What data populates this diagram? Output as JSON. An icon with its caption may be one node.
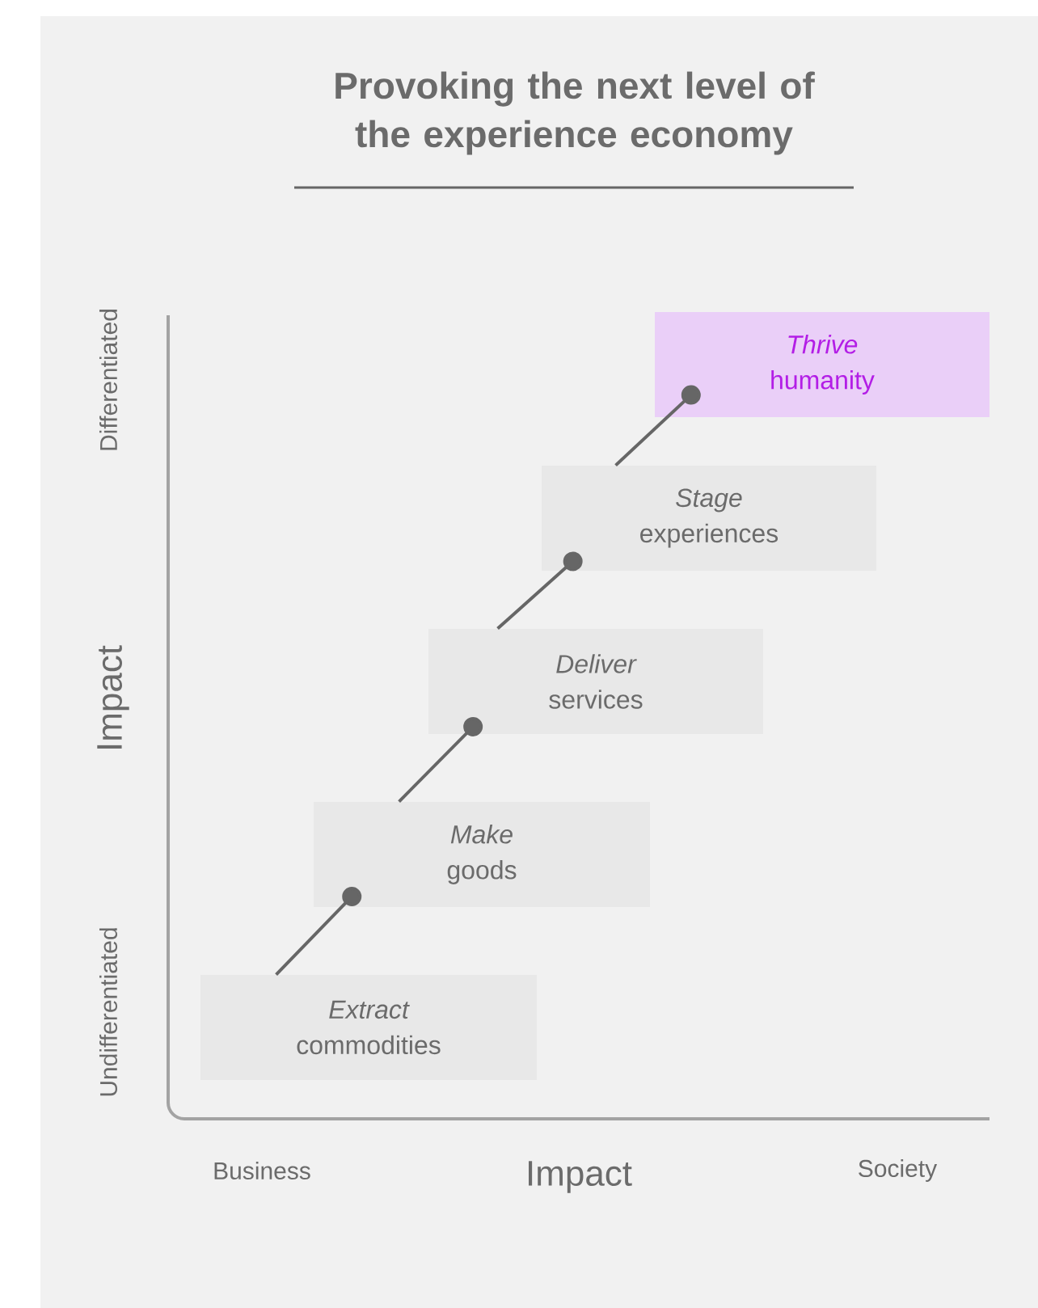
{
  "diagram": {
    "title": "Provoking the next level of the experience economy",
    "nodes": [
      {
        "text": [
          "Extract",
          "commodities"
        ]
      },
      {
        "text": [
          "Make",
          "goods"
        ]
      },
      {
        "text": [
          "Deliver",
          "services"
        ]
      },
      {
        "text": [
          "Stage",
          "experiences"
        ]
      },
      {
        "text": [
          "Thrive",
          "humanity"
        ]
      }
    ],
    "edges": [
      {
        "from": 0,
        "to": 1,
        "arrow": "other"
      },
      {
        "from": 1,
        "to": 2,
        "arrow": "other"
      },
      {
        "from": 2,
        "to": 3,
        "arrow": "other"
      },
      {
        "from": 3,
        "to": 4,
        "arrow": "other"
      }
    ],
    "labels": [
      "Differentiated",
      "Impact",
      "Undifferentiated",
      "Business",
      "Impact",
      "Society"
    ]
  }
}
